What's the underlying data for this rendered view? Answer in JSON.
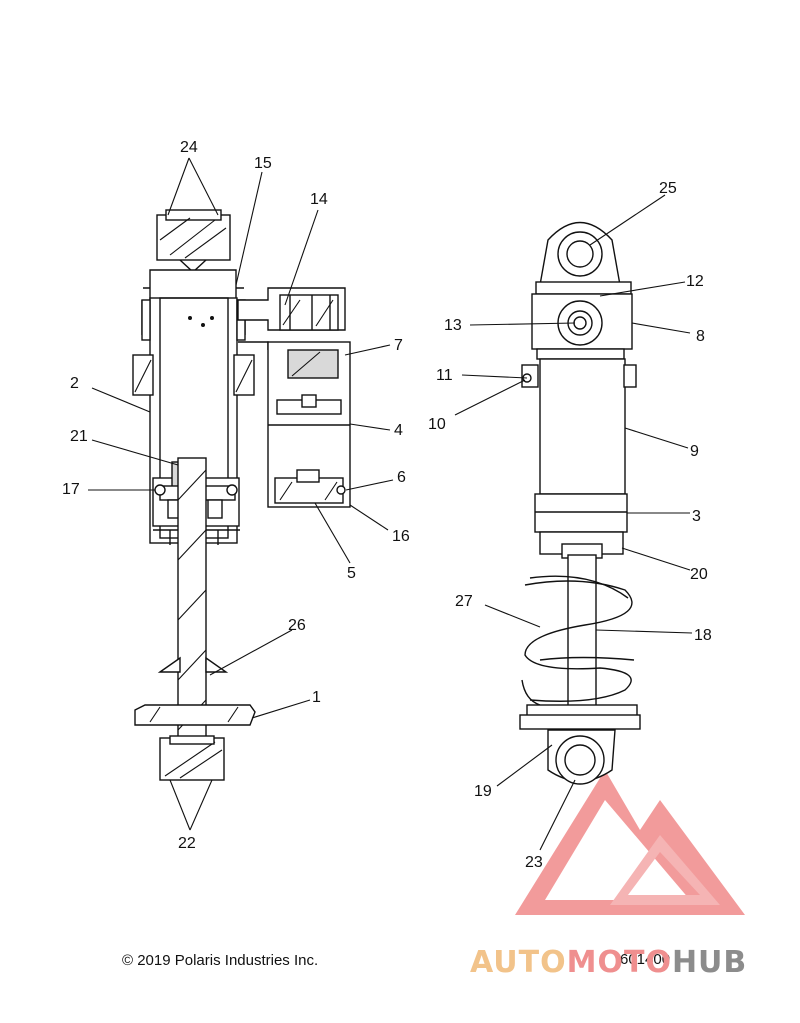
{
  "callouts": [
    {
      "id": "c1",
      "text": "1"
    },
    {
      "id": "c2",
      "text": "2"
    },
    {
      "id": "c3",
      "text": "3"
    },
    {
      "id": "c4",
      "text": "4"
    },
    {
      "id": "c5",
      "text": "5"
    },
    {
      "id": "c6",
      "text": "6"
    },
    {
      "id": "c7",
      "text": "7"
    },
    {
      "id": "c8",
      "text": "8"
    },
    {
      "id": "c9",
      "text": "9"
    },
    {
      "id": "c10",
      "text": "10"
    },
    {
      "id": "c11",
      "text": "11"
    },
    {
      "id": "c12",
      "text": "12"
    },
    {
      "id": "c13",
      "text": "13"
    },
    {
      "id": "c14",
      "text": "14"
    },
    {
      "id": "c15",
      "text": "15"
    },
    {
      "id": "c16",
      "text": "16"
    },
    {
      "id": "c17",
      "text": "17"
    },
    {
      "id": "c18",
      "text": "18"
    },
    {
      "id": "c19",
      "text": "19"
    },
    {
      "id": "c20",
      "text": "20"
    },
    {
      "id": "c21",
      "text": "21"
    },
    {
      "id": "c22",
      "text": "22"
    },
    {
      "id": "c23",
      "text": "23"
    },
    {
      "id": "c24",
      "text": "24"
    },
    {
      "id": "c25",
      "text": "25"
    },
    {
      "id": "c26",
      "text": "26"
    },
    {
      "id": "c27",
      "text": "27"
    }
  ],
  "footer": {
    "copyright": "© 2019 Polaris Industries Inc.",
    "drawing_number": "601400"
  },
  "watermark": {
    "part1": "AUTO",
    "part2": "MOTO",
    "part3": "HUB",
    "colors": {
      "auto": "#f2c38a",
      "moto": "#ef8f8f",
      "hub": "#8c8c8c",
      "logo": "#f08a8a"
    }
  }
}
